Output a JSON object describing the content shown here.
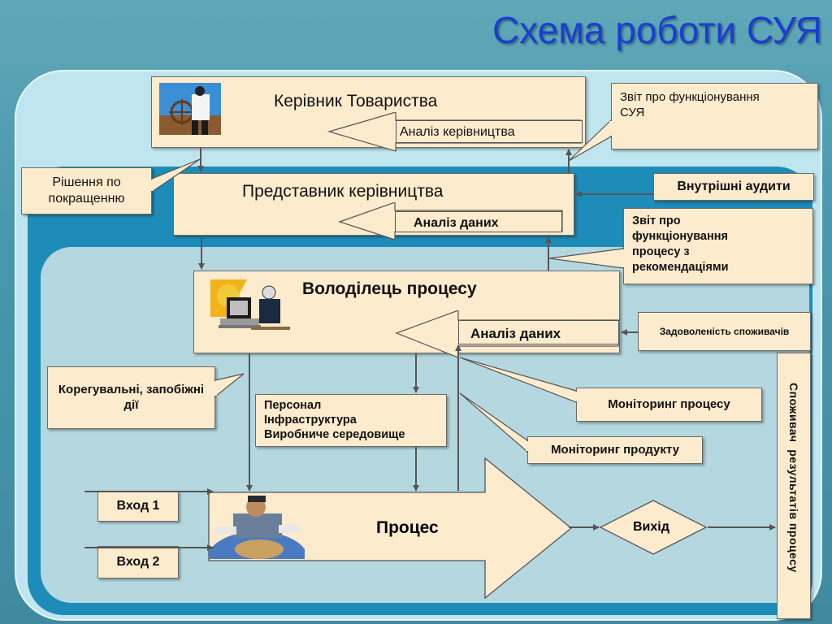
{
  "title": "Схема роботи СУЯ",
  "nodes": {
    "leader": "Керівник Товариства",
    "mgmt_review": "Аналіз керівництва",
    "report_qms": "Звіт про функціонування СУЯ",
    "decisions": "Рішення по покращенню",
    "representative": "Представник керівництва",
    "internal_audits": "Внутрішні аудити",
    "data_analysis_1": "Аналіз даних",
    "report_process": "Звіт про функціонування процесу  з рекомендаціями",
    "owner": "Володілець процесу",
    "data_analysis_2": "Аналіз даних",
    "satisfaction": "Задоволеність споживачів",
    "corrective": "Корегувальні, запобіжні дії",
    "resources": [
      "Персонал",
      "Інфраструктура",
      "Виробниче середовище"
    ],
    "monitoring_process": "Моніторинг процесу",
    "monitoring_product": "Моніторинг продукту",
    "input1": "Вход 1",
    "input2": "Вход 2",
    "process": "Процес",
    "output": "Вихід",
    "consumer": "Споживач  результатів процесу"
  },
  "colors": {
    "title": "#1a3fd0",
    "box_fill": "#fdebcd",
    "outer_frame": "#bfe6ee",
    "middle_frame": "#1e8cb8",
    "inner_frame": "#b5d8e0",
    "arrow": "#555555"
  },
  "icons": [
    "captain-clipart-icon",
    "computer-user-clipart-icon",
    "businessman-globe-clipart-icon"
  ]
}
